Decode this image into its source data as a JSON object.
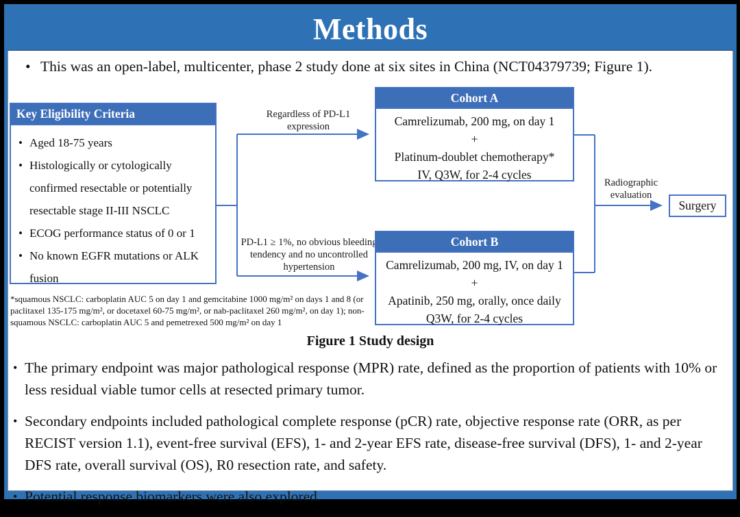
{
  "title": "Methods",
  "intro_bullet": "This was an open-label, multicenter, phase 2 study done at six sites in China (NCT04379739; Figure 1).",
  "figure": {
    "eligibility": {
      "header": "Key Eligibility Criteria",
      "items": [
        "Aged 18-75 years",
        "Histologically or cytologically confirmed resectable or potentially resectable stage II-III NSCLC",
        "ECOG performance status of 0 or 1",
        "No known EGFR mutations or ALK fusion"
      ]
    },
    "arrow_top_label": "Regardless of PD-L1 expression",
    "arrow_bottom_label": "PD-L1 ≥ 1%, no obvious bleeding tendency and no uncontrolled hypertension",
    "cohort_a": {
      "header": "Cohort A",
      "lines": [
        "Camrelizumab, 200 mg, on day 1",
        "+",
        "Platinum-doublet chemotherapy*",
        "IV, Q3W, for 2-4 cycles"
      ]
    },
    "cohort_b": {
      "header": "Cohort B",
      "lines": [
        "Camrelizumab, 200 mg, IV, on day 1",
        "+",
        "Apatinib, 250 mg, orally, once daily",
        "Q3W, for 2-4 cycles"
      ]
    },
    "radiographic_label": "Radiographic evaluation",
    "surgery_label": "Surgery",
    "footnote": "*squamous NSCLC: carboplatin AUC 5 on day 1 and gemcitabine 1000 mg/m² on days 1 and 8 (or paclitaxel 135-175 mg/m², or docetaxel 60-75 mg/m², or nab-paclitaxel 260 mg/m², on day 1); non-squamous NSCLC: carboplatin AUC 5 and pemetrexed 500 mg/m² on day 1",
    "caption": "Figure 1 Study design"
  },
  "bullets": [
    "The primary endpoint was major pathological response (MPR) rate, defined as the proportion of patients with 10% or less residual viable tumor cells at resected primary tumor.",
    "Secondary endpoints included pathological complete response (pCR) rate, objective response rate (ORR, as per RECIST version 1.1), event-free survival (EFS), 1- and 2-year EFS rate, disease-free survival (DFS), 1- and 2-year DFS rate, overall survival (OS), R0 resection rate, and safety.",
    "Potential response biomarkers were also explored."
  ],
  "colors": {
    "banner_blue": "#2e72b5",
    "box_header_blue": "#3d6eb8",
    "line_blue": "#4472c4",
    "text": "#111111",
    "background": "#ffffff",
    "frame": "#000000"
  }
}
